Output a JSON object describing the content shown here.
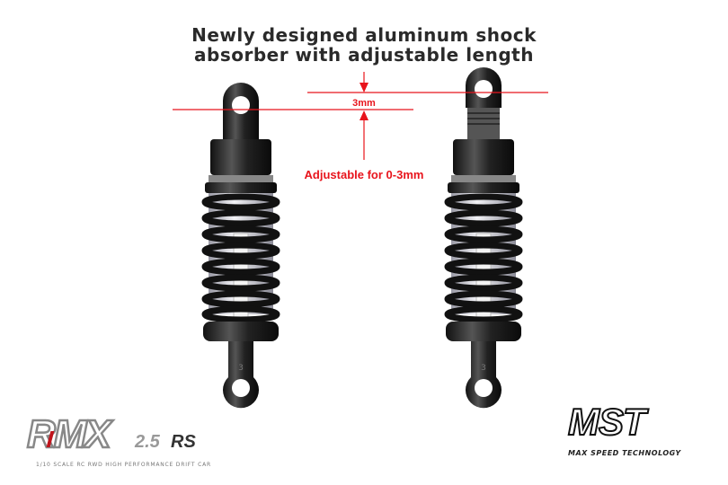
{
  "headline": {
    "line1": "Newly designed aluminum shock",
    "line2": "absorber with adjustable length"
  },
  "annotations": {
    "gap": "3mm",
    "adjust_range": "Adjustable for 0-3mm"
  },
  "brand": {
    "product_logo": "RMX 2.5 RS",
    "tagline": "1/10 SCALE RC RWD HIGH PERFORMANCE DRIFT CAR",
    "maker_logo": "MST",
    "maker_tagline": "MAX SPEED TECHNOLOGY"
  },
  "colors": {
    "annotation_red": "#e8141c",
    "shock_body": "#1a1a1a",
    "title_text": "#2a2a2a"
  }
}
